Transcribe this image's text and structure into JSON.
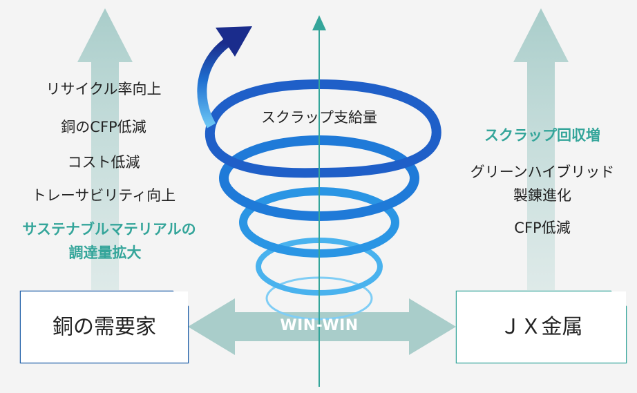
{
  "left_items": [
    "リサイクル率向上",
    "銅のCFP低減",
    "コスト低減",
    "トレーサビリティ向上"
  ],
  "left_highlight": [
    "サステナブルマテリアルの",
    "調達量拡大"
  ],
  "center_label": "スクラップ支給量",
  "right_highlight": "スクラップ回収増",
  "right_items": [
    "グリーンハイブリッド",
    "製錬進化",
    "CFP低減"
  ],
  "left_box": "銅の需要家",
  "right_box": "ＪＸ金属",
  "center_arrow": "WIN-WIN",
  "colors": {
    "teal": "#34a59a",
    "light_teal": "#a9cdca",
    "navy": "#1a2c8c",
    "blue": "#1f86da",
    "left_box_border": "#1f5fa8"
  }
}
